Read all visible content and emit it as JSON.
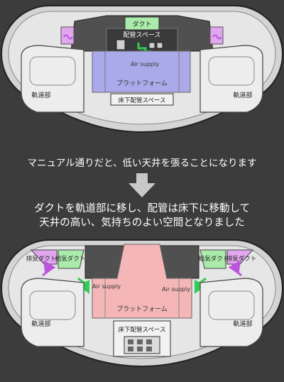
{
  "captions": {
    "before": "マニュアル通りだと、低い天井を張ることになります",
    "after_line1": "ダクトを軌道部に移し、配管は床下に移動して",
    "after_line2": "天井の高い、気持ちのよい空間となりました"
  },
  "top_diagram": {
    "duct": "ダクト",
    "piping_space": "配管スペース",
    "air_supply": "Air supply",
    "platform": "プラットフォーム",
    "track_left": "軌道部",
    "track_right": "軌道部",
    "underfloor_piping": "床下配管スペース"
  },
  "bottom_diagram": {
    "exhaust_duct_left": "排気ダクト",
    "supply_duct_left": "給気ダクト",
    "supply_duct_right": "給気ダクト",
    "exhaust_duct_right": "排気ダクト",
    "air_supply_left": "Air supply",
    "air_supply_right": "Air supply",
    "platform": "プラットフォーム",
    "track_left": "軌道部",
    "track_right": "軌道部",
    "underfloor_piping": "床下配管スペース"
  },
  "colors": {
    "background": "#3c3c3c",
    "tunnel_shell": "#dcdcdc",
    "tunnel_inner": "#e6e6e6",
    "platform_low_ceiling": "#aaaaea",
    "platform_high_ceiling": "#f4b6b6",
    "supply_duct": "#aaeaaa",
    "exhaust_duct": "#e0a6ee",
    "supply_arrow": "#33cc55",
    "exhaust_arrow": "#bb55dd"
  }
}
